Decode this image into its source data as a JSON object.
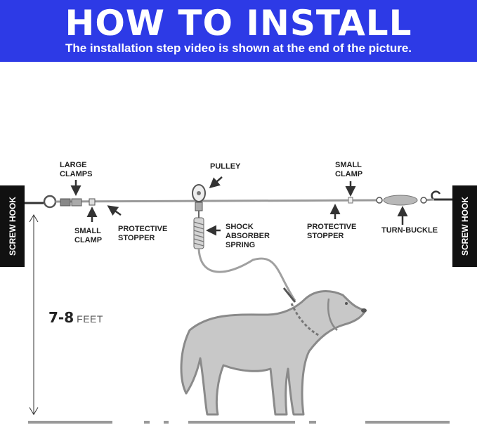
{
  "header": {
    "title": "HOW TO INSTALL",
    "subtitle": "The installation step video is shown at the end of the picture."
  },
  "posts": {
    "left_label": "SCREW HOOK",
    "right_label": "SCREW HOOK"
  },
  "labels": {
    "large_clamps": [
      "LARGE",
      "CLAMPS"
    ],
    "small_clamp_left": [
      "SMALL",
      "CLAMP"
    ],
    "protective_stopper_left": [
      "PROTECTIVE",
      "STOPPER"
    ],
    "pulley": "PULLEY",
    "shock_absorber": [
      "SHOCK",
      "ABSORBER",
      "SPRING"
    ],
    "small_clamp_right": [
      "SMALL",
      "CLAMP"
    ],
    "protective_stopper_right": [
      "PROTECTIVE",
      "STOPPER"
    ],
    "turn_buckle": "TURN-BUCKLE"
  },
  "height": {
    "value": "7-8",
    "unit": "FEET"
  },
  "colors": {
    "banner": "#2d3ae6",
    "post": "#111111",
    "cable": "#9a9a9a",
    "dog_fill": "#c8c8c8",
    "dog_outline": "#8a8a8a"
  }
}
